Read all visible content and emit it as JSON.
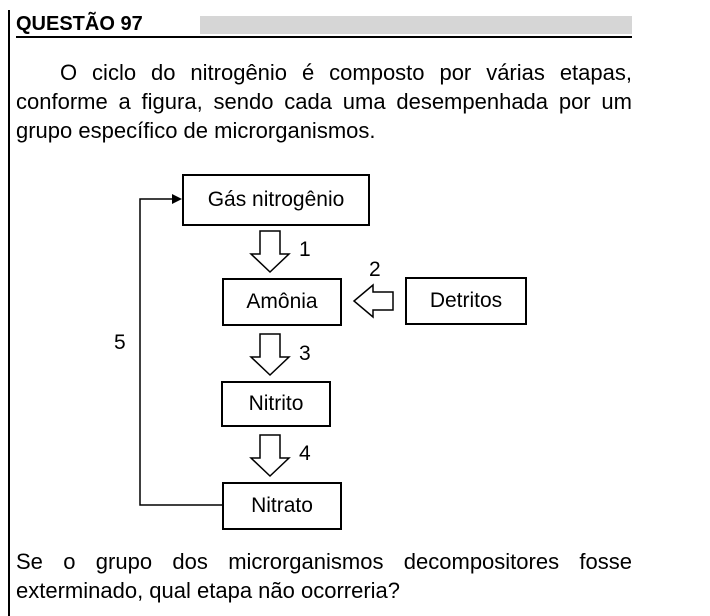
{
  "question": {
    "title": "QUESTÃO 97",
    "intro": "O ciclo do nitrogênio é composto por várias etapas, conforme a figura, sendo cada uma desempenhada por um grupo específico de microrganismos.",
    "prompt": "Se o grupo dos microrganismos decompositores fosse exterminado, qual etapa não ocorreria?"
  },
  "diagram": {
    "boxes": {
      "gas": "Gás nitrogênio",
      "amonia": "Amônia",
      "detritos": "Detritos",
      "nitrito": "Nitrito",
      "nitrato": "Nitrato"
    },
    "steps": {
      "s1": "1",
      "s2": "2",
      "s3": "3",
      "s4": "4",
      "s5": "5"
    }
  }
}
